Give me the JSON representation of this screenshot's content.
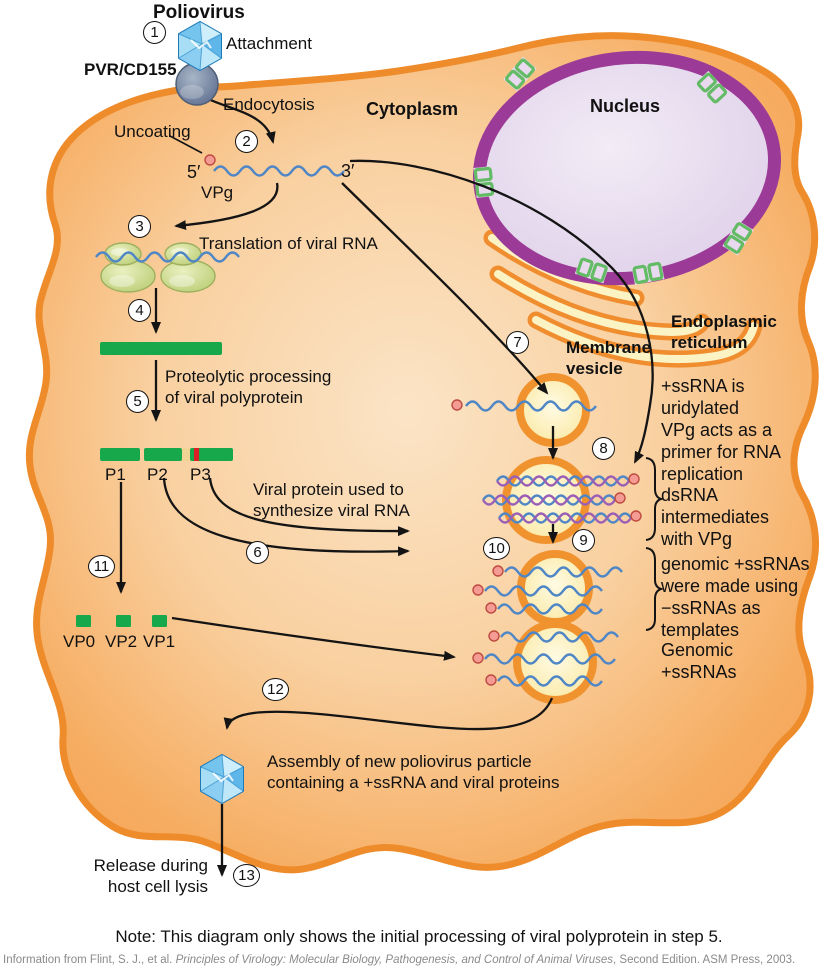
{
  "labels": {
    "poliovirus": "Poliovirus",
    "attachment": "Attachment",
    "receptor": "PVR/CD155",
    "endocytosis": "Endocytosis",
    "uncoating": "Uncoating",
    "cytoplasm": "Cytoplasm",
    "nucleus": "Nucleus",
    "five_prime": "5′",
    "vpg": "VPg",
    "three_prime": "3′",
    "translation": "Translation of viral RNA",
    "proteolysis": "Proteolytic processing\nof viral polyprotein",
    "p1": "P1",
    "p2": "P2",
    "p3": "P3",
    "viral_protein_use": "Viral protein used to\nsynthesize viral RNA",
    "vp0": "VP0",
    "vp2": "VP2",
    "vp1": "VP1",
    "membrane_vesicle": "Membrane\nvesicle",
    "endoplasmic_reticulum": "Endoplasmic\nreticulum",
    "ssrna_uridylated": "+ssRNA is\nuridylated\nVPg acts as a\nprimer for RNA\nreplication",
    "dsrna_intermediates": "dsRNA\nintermediates\nwith VPg",
    "genomic_made": "genomic +ssRNAs\nwere made using\n−ssRNAs as\ntemplates",
    "genomic_ssrna": "Genomic\n+ssRNAs",
    "assembly": "Assembly of new poliovirus particle\ncontaining a +ssRNA and viral proteins",
    "release": "Release during\nhost cell lysis"
  },
  "steps": [
    "1",
    "2",
    "3",
    "4",
    "5",
    "6",
    "7",
    "8",
    "9",
    "10",
    "11",
    "12",
    "13"
  ],
  "note": "Note: This diagram only shows the initial processing of viral polyprotein in step 5.",
  "citation": {
    "prefix": "Information from Flint, S. J., et al. ",
    "title": "Principles of Virology: Molecular Biology, Pathogenesis, and Control of Animal Viruses",
    "suffix": ", Second Edition. ASM Press, 2003."
  },
  "icons": {
    "virion": "icosahedral-poliovirus-particle",
    "receptor": "pvr-cd155-receptor-cup",
    "ribosome": "two-subunit-ribosome",
    "vesicle": "membrane-vesicle-circle",
    "nucleus": "nucleus-with-pores",
    "er": "endoplasmic-reticulum-tubes",
    "rna": "wavy-rna-strand",
    "vpg_dot": "vpg-protein-dot"
  },
  "colors": {
    "cell_membrane": "#EE8C2C",
    "cell_fill": "#F8C992",
    "nucleus_ring": "#9C3B97",
    "nucleus_fill": "#EDE4F2",
    "pore_green": "#63BB66",
    "er_orange": "#EF8D2F",
    "er_lumen": "#FCF3C4",
    "vesicle_ring": "#F0932F",
    "vesicle_fill": "#FBEFC0",
    "rna_blue": "#4F86C6",
    "dsrna_purple": "#9A5FB5",
    "vpg_pink": "#F49C94",
    "protein_green": "#17A84B",
    "protease_red": "#DD1F26",
    "virion_blue": "#5FB6E8",
    "receptor_gray": "#77869C"
  }
}
